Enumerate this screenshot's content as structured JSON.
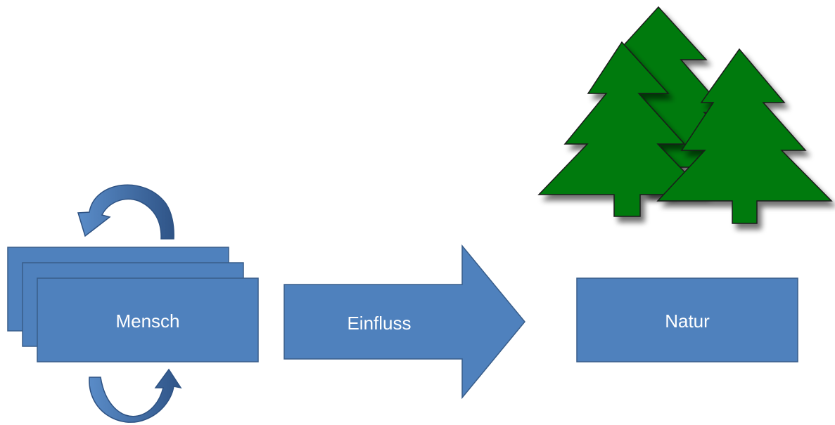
{
  "diagram": {
    "nodes": {
      "mensch": {
        "label": "Mensch"
      },
      "einfluss": {
        "label": "Einfluss"
      },
      "natur": {
        "label": "Natur"
      }
    },
    "colors": {
      "box_fill": "#4F81BD",
      "box_stroke": "#385D8A",
      "tree_fill": "#007A0A",
      "tree_stroke": "#1A1A1A",
      "text": "#FFFFFF"
    },
    "icons": [
      "cycle-arrow-icon",
      "cycle-arrow-icon",
      "tree-icon",
      "tree-icon",
      "tree-icon"
    ]
  }
}
